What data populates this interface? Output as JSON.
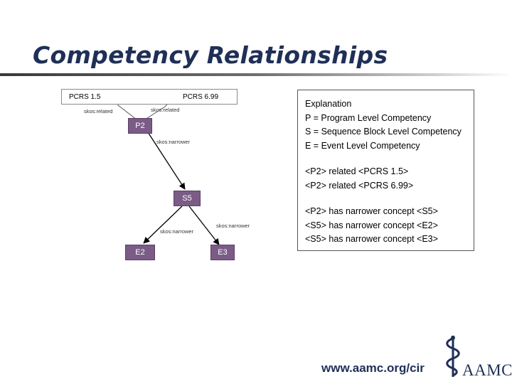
{
  "page": {
    "title": "Competency Relationships"
  },
  "diagram": {
    "boxes": [
      {
        "id": "pcrs15",
        "label": "PCRS 1.5"
      },
      {
        "id": "pcrs699",
        "label": "PCRS 6.99"
      }
    ],
    "nodes": [
      {
        "id": "p2",
        "label": "P2"
      },
      {
        "id": "s5",
        "label": "S5"
      },
      {
        "id": "e2",
        "label": "E2"
      },
      {
        "id": "e3",
        "label": "E3"
      }
    ],
    "edge_labels": {
      "related_left": "skos:related",
      "related_right": "skos:related",
      "narrower_p2_s5": "skos:narrower",
      "narrower_s5_e2": "skos:narrower",
      "narrower_s5_e3": "skos:narrower"
    },
    "colors": {
      "node_fill": "#7a5c86",
      "title": "#1f2f57"
    }
  },
  "explanation": {
    "heading": "Explanation",
    "definitions": [
      "P = Program Level Competency",
      "S = Sequence Block Level Competency",
      "E = Event Level Competency"
    ],
    "related": [
      "<P2> related <PCRS 1.5>",
      "<P2> related <PCRS 6.99>"
    ],
    "narrower": [
      "<P2> has narrower concept <S5>",
      "<S5> has narrower concept <E2>",
      "<S5> has narrower concept <E3>"
    ]
  },
  "footer": {
    "url": "www.aamc.org/cir",
    "logo_text": "AAMC",
    "logo_icon": "caduceus-icon"
  }
}
